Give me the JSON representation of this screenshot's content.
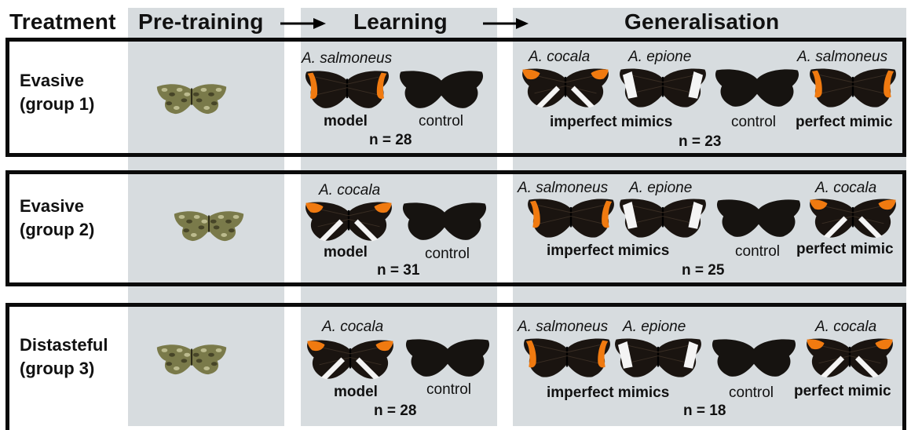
{
  "headers": {
    "treatment": "Treatment",
    "pretraining": "Pre-training",
    "learning": "Learning",
    "generalisation": "Generalisation"
  },
  "colors": {
    "panel_bg": "#d7dcdf",
    "border": "#0b0b0b",
    "wing_dark": "#1a1410",
    "orange": "#f07a10",
    "white_band": "#f4f4f4",
    "control": "#161310",
    "moth": "#7a7a4a"
  },
  "rows": [
    {
      "treatment": [
        "Evasive",
        "(group 1)"
      ],
      "learning": {
        "model_species": "A. salmoneus",
        "model_label": "model",
        "control_label": "control",
        "n": "n = 28"
      },
      "generalisation": {
        "species": [
          "A. cocala",
          "A. epione",
          "",
          "A. salmoneus"
        ],
        "imperfect_label": "imperfect mimics",
        "control_label": "control",
        "perfect_label": "perfect mimic",
        "n": "n = 23"
      }
    },
    {
      "treatment": [
        "Evasive",
        "(group 2)"
      ],
      "learning": {
        "model_species": "A. cocala",
        "model_label": "model",
        "control_label": "control",
        "n": "n = 31"
      },
      "generalisation": {
        "species": [
          "A. salmoneus",
          "A. epione",
          "",
          "A. cocala"
        ],
        "imperfect_label": "imperfect mimics",
        "control_label": "control",
        "perfect_label": "perfect mimic",
        "n": "n = 25"
      }
    },
    {
      "treatment": [
        "Distasteful",
        "(group 3)"
      ],
      "learning": {
        "model_species": "A. cocala",
        "model_label": "model",
        "control_label": "control",
        "n": "n = 28"
      },
      "generalisation": {
        "species": [
          "A. salmoneus",
          "A. epione",
          "",
          "A. cocala"
        ],
        "imperfect_label": "imperfect mimics",
        "control_label": "control",
        "perfect_label": "perfect mimic",
        "n": "n = 18"
      }
    }
  ]
}
